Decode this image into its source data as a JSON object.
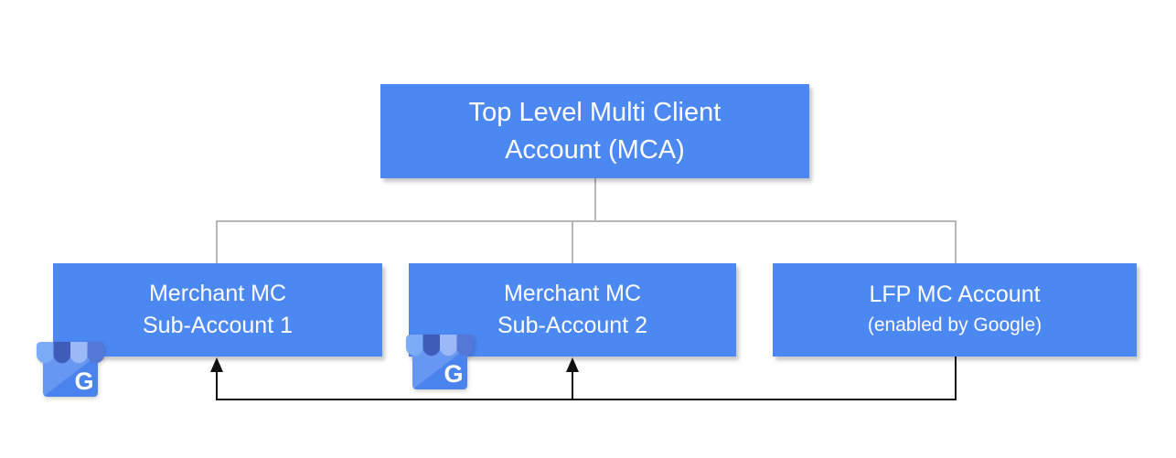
{
  "diagram": {
    "root": {
      "line1": "Top Level Multi Client",
      "line2": "Account (MCA)"
    },
    "children": [
      {
        "id": "sub1",
        "line1": "Merchant MC",
        "line2": "Sub-Account 1"
      },
      {
        "id": "sub2",
        "line1": "Merchant MC",
        "line2": "Sub-Account 2"
      },
      {
        "id": "lfp",
        "line1": "LFP MC Account",
        "line2": "(enabled by Google)"
      }
    ],
    "icon": {
      "name": "google-my-business-storefront",
      "letter": "G"
    },
    "colors": {
      "node_fill": "#4C88F2",
      "node_text": "#FFFFFF",
      "tree_connector": "#B7B7B7",
      "arrow_connector": "#111111",
      "icon_body": "#4B83EE",
      "awning_stripe_1": "#7BAAF7",
      "awning_stripe_2": "#3F5CB9",
      "awning_stripe_3": "#9DB8F7",
      "awning_stripe_4": "#5577D6"
    }
  }
}
